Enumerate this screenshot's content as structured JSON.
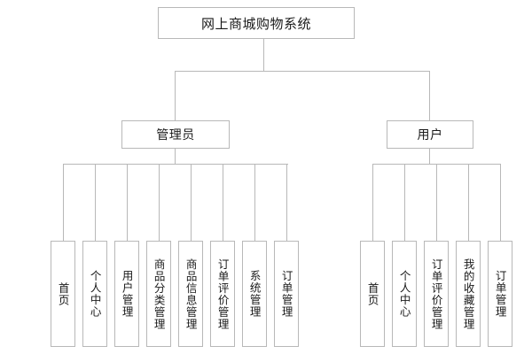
{
  "diagram": {
    "type": "organizational-tree",
    "title": "网上商城购物系统",
    "orientation": "top-down",
    "levels": 3,
    "colors": {
      "background": "#ffffff",
      "box_border": "#b8b8b8",
      "connector": "#b8b8b8",
      "text": "#1a1a1a"
    },
    "root": {
      "label": "网上商城购物系统"
    },
    "branches": [
      {
        "id": "admin",
        "label": "管理员",
        "leaves": [
          {
            "label": "首页"
          },
          {
            "label": "个人中心"
          },
          {
            "label": "用户管理"
          },
          {
            "label": "商品分类管理"
          },
          {
            "label": "商品信息管理"
          },
          {
            "label": "订单评价管理"
          },
          {
            "label": "系统管理"
          },
          {
            "label": "订单管理"
          }
        ]
      },
      {
        "id": "user",
        "label": "用户",
        "leaves": [
          {
            "label": "首页"
          },
          {
            "label": "个人中心"
          },
          {
            "label": "订单评价管理"
          },
          {
            "label": "我的收藏管理"
          },
          {
            "label": "订单管理"
          }
        ]
      }
    ]
  }
}
